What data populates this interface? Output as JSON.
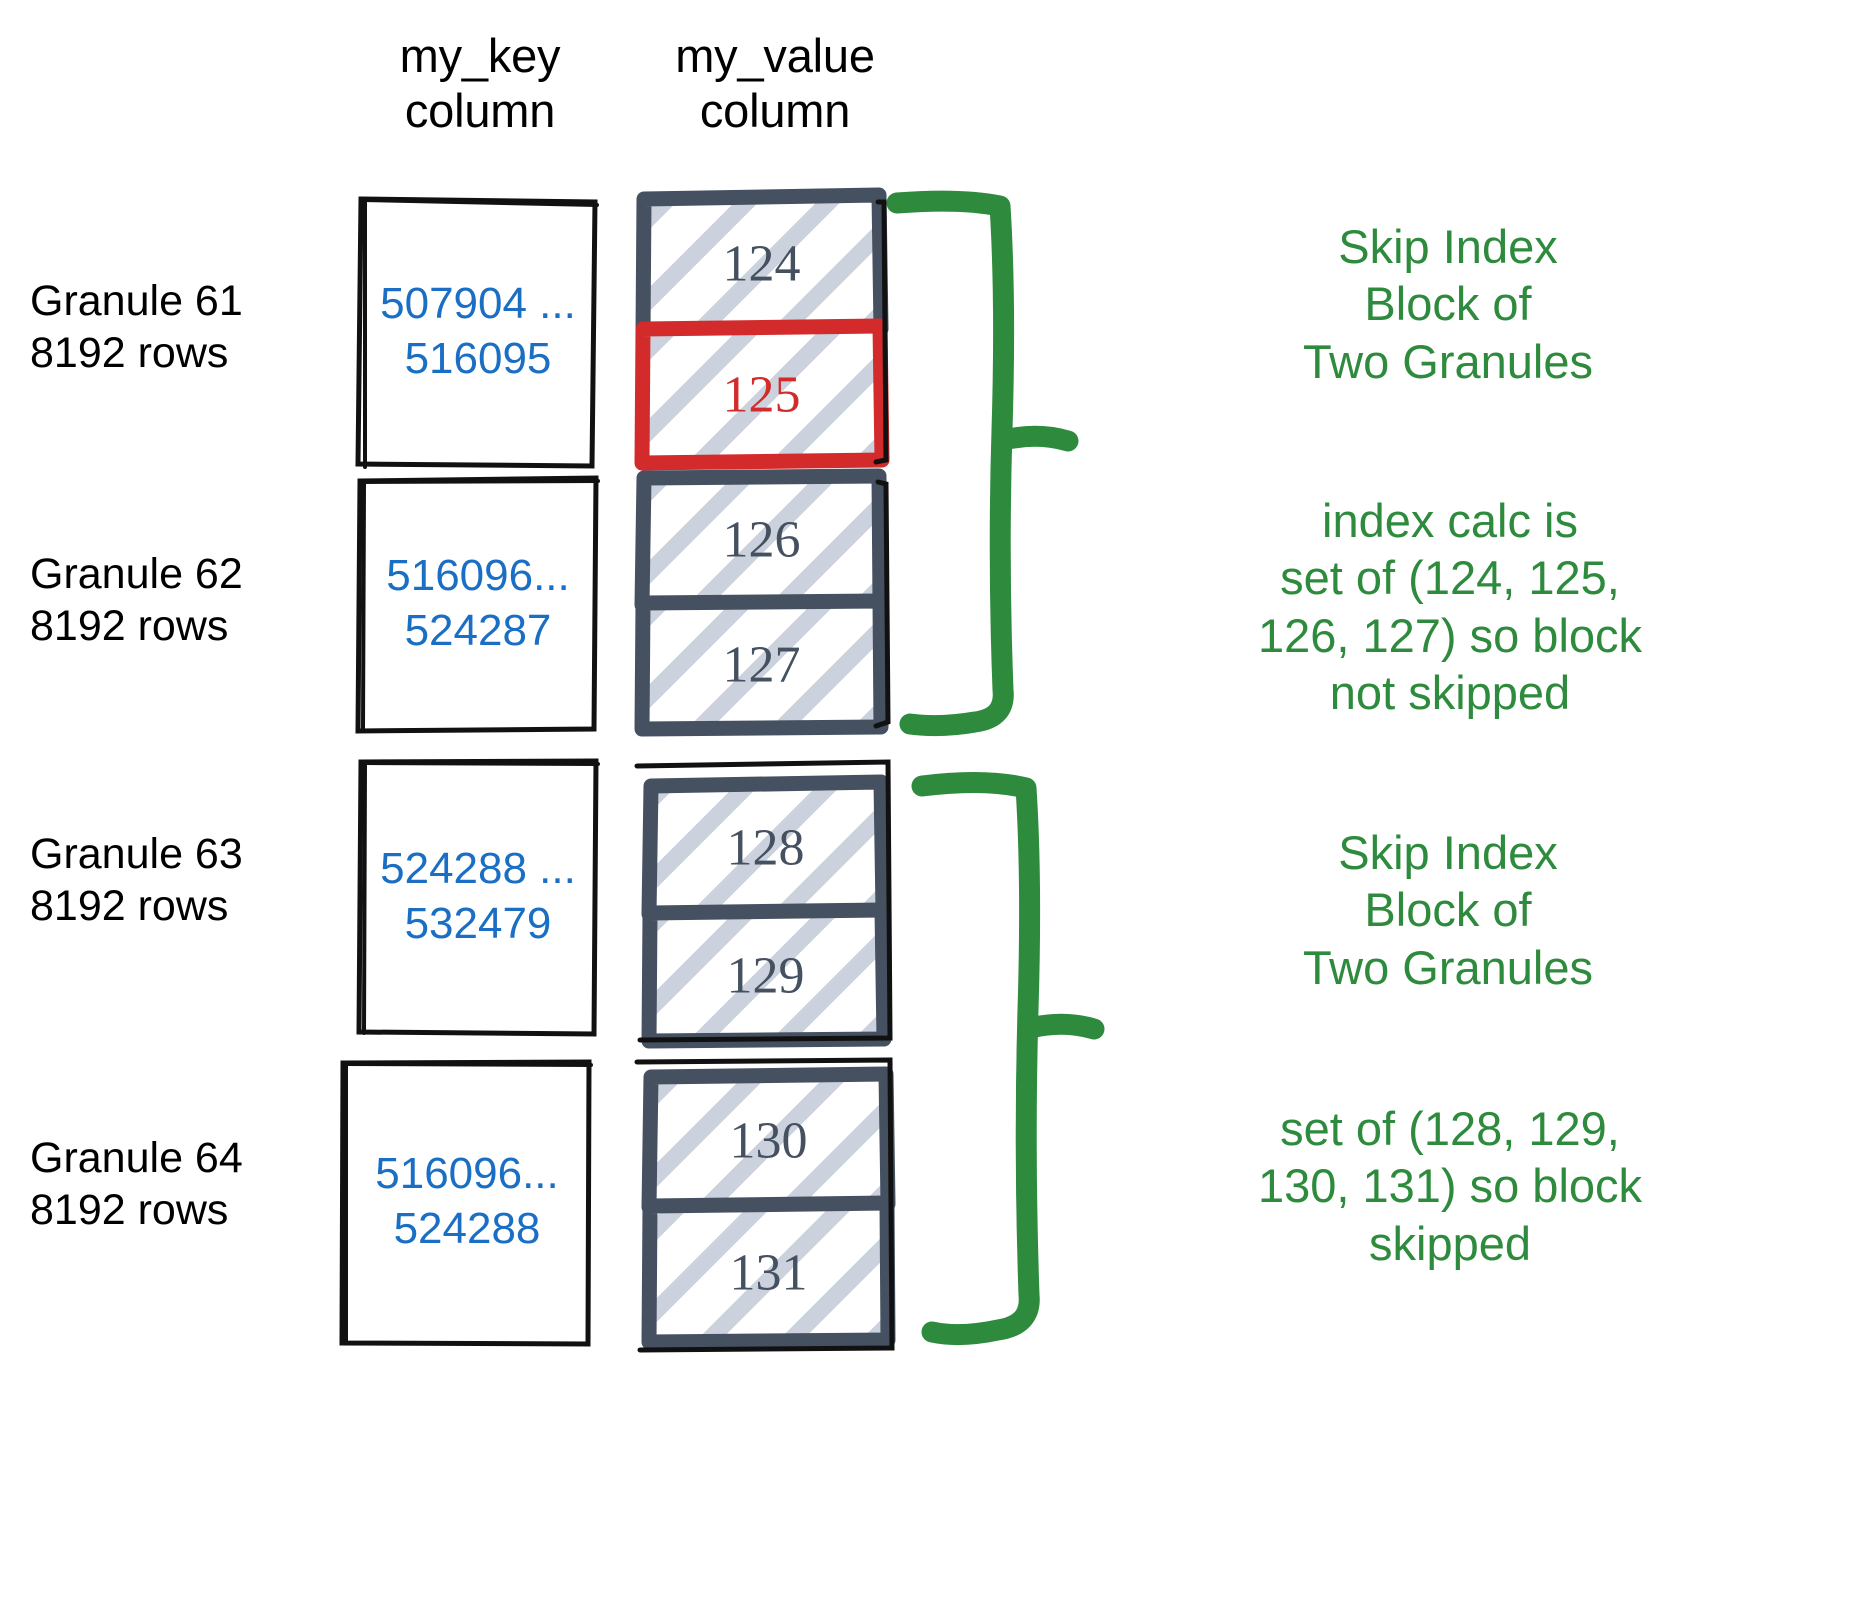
{
  "headers": {
    "key_column": "my_key\ncolumn",
    "value_column": "my_value\ncolumn"
  },
  "colors": {
    "key_text": "#1a6fc4",
    "value_border": "#455160",
    "value_text": "#455160",
    "highlight": "#d32b2b",
    "annotation": "#2e8b3d",
    "hatch": "#c8d0db",
    "box_outline": "#000000"
  },
  "granules": [
    {
      "label": "Granule 61\n8192 rows",
      "key_range": "507904 ...\n516095",
      "values": [
        {
          "number": "124",
          "highlighted": false
        },
        {
          "number": "125",
          "highlighted": true
        }
      ]
    },
    {
      "label": "Granule 62\n8192 rows",
      "key_range": "516096...\n524287",
      "values": [
        {
          "number": "126",
          "highlighted": false
        },
        {
          "number": "127",
          "highlighted": false
        }
      ]
    },
    {
      "label": "Granule 63\n8192 rows",
      "key_range": "524288 ...\n532479",
      "values": [
        {
          "number": "128",
          "highlighted": false
        },
        {
          "number": "129",
          "highlighted": false
        }
      ]
    },
    {
      "label": "Granule 64\n8192 rows",
      "key_range": "516096...\n524288",
      "values": [
        {
          "number": "130",
          "highlighted": false
        },
        {
          "number": "131",
          "highlighted": false
        }
      ]
    }
  ],
  "annotations": [
    {
      "name": "skip-index-block-1",
      "text": "Skip Index\nBlock of\nTwo Granules"
    },
    {
      "name": "index-calc-not-skipped",
      "text": "index calc is\nset of (124, 125,\n126, 127) so block\nnot skipped"
    },
    {
      "name": "skip-index-block-2",
      "text": "Skip Index\nBlock of\nTwo Granules"
    },
    {
      "name": "index-calc-skipped",
      "text": "set of (128, 129,\n130, 131) so block\nskipped"
    }
  ]
}
